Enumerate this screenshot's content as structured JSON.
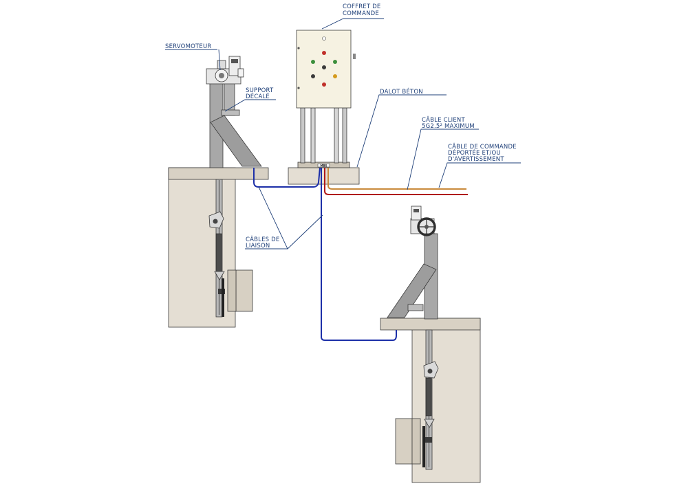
{
  "labels": {
    "coffret": [
      "COFFRET DE",
      "COMMANDE"
    ],
    "servomoteur": [
      "SERVOMOTEUR"
    ],
    "support": [
      "SUPPORT",
      "DÉCALÉ"
    ],
    "dalot": [
      "DALOT BÉTON"
    ],
    "cable_client": [
      "CÂBLE CLIENT",
      "5G2.5² MAXIMUM"
    ],
    "cable_commande": [
      "CÂBLE DE COMMANDE",
      "DÉPORTÉE ET/OU",
      "D'AVERTISSEMENT"
    ],
    "cables_liaison": [
      "CÂBLES DE",
      "LIAISON"
    ]
  },
  "cabinet_plate": "MBS",
  "colors": {
    "leader": "#1e3f78",
    "liaison_cable": "#1c2fa8",
    "client_cable": "#b01818",
    "command_cable": "#c98a3c",
    "concrete": "#e4ded3",
    "concrete_dark": "#d3ccbf",
    "steel": "#a8a8a8",
    "steel_dark": "#8c8c8c",
    "cabinet": "#f6f2e2"
  }
}
